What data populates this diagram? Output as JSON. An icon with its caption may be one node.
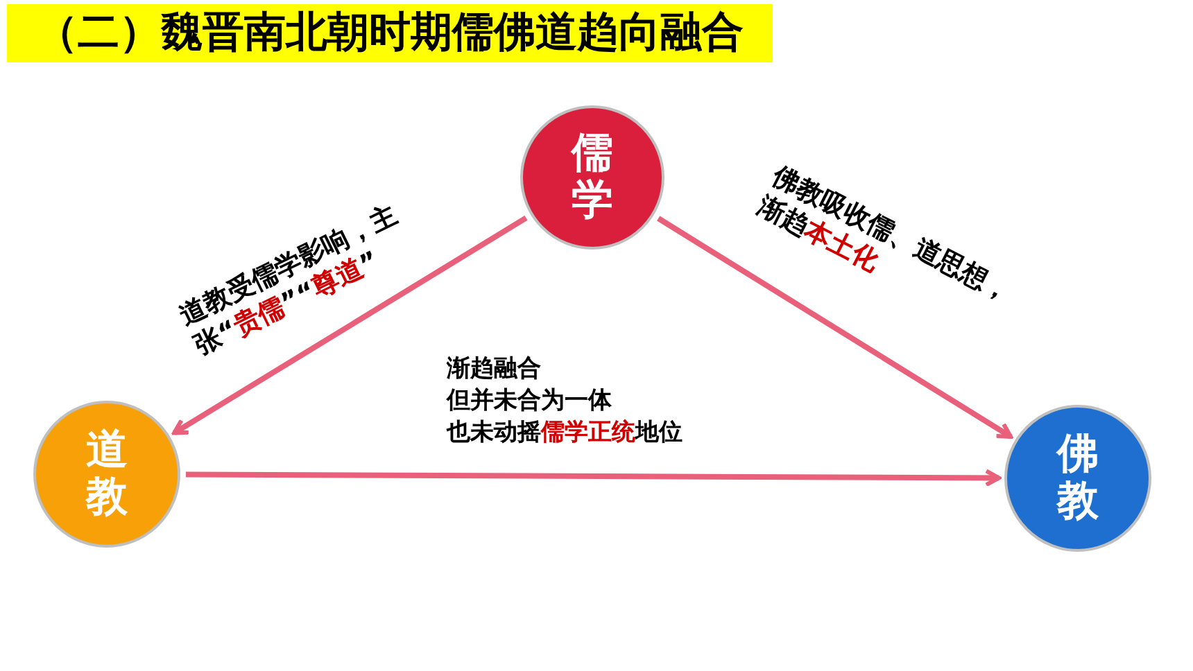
{
  "diagram": {
    "title": "（二）魏晋南北朝时期儒佛道趋向融合",
    "nodes": [
      {
        "text": [
          "儒学"
        ]
      },
      {
        "text": [
          "道教"
        ]
      },
      {
        "text": [
          "佛教"
        ]
      }
    ],
    "edges": [
      {
        "from": 0,
        "to": 1,
        "arrow": "to",
        "label": "道教受儒学影响，主张“**贵儒**”“**尊道**”"
      },
      {
        "from": 0,
        "to": 2,
        "arrow": "to",
        "label": "佛教吸收儒、道思想，渐趋**本土化**"
      },
      {
        "from": 1,
        "to": 2,
        "arrow": "to"
      }
    ],
    "labels": [
      "渐趋融合",
      "但并未合为一体",
      "也未动摇**儒学正统**地位"
    ]
  }
}
